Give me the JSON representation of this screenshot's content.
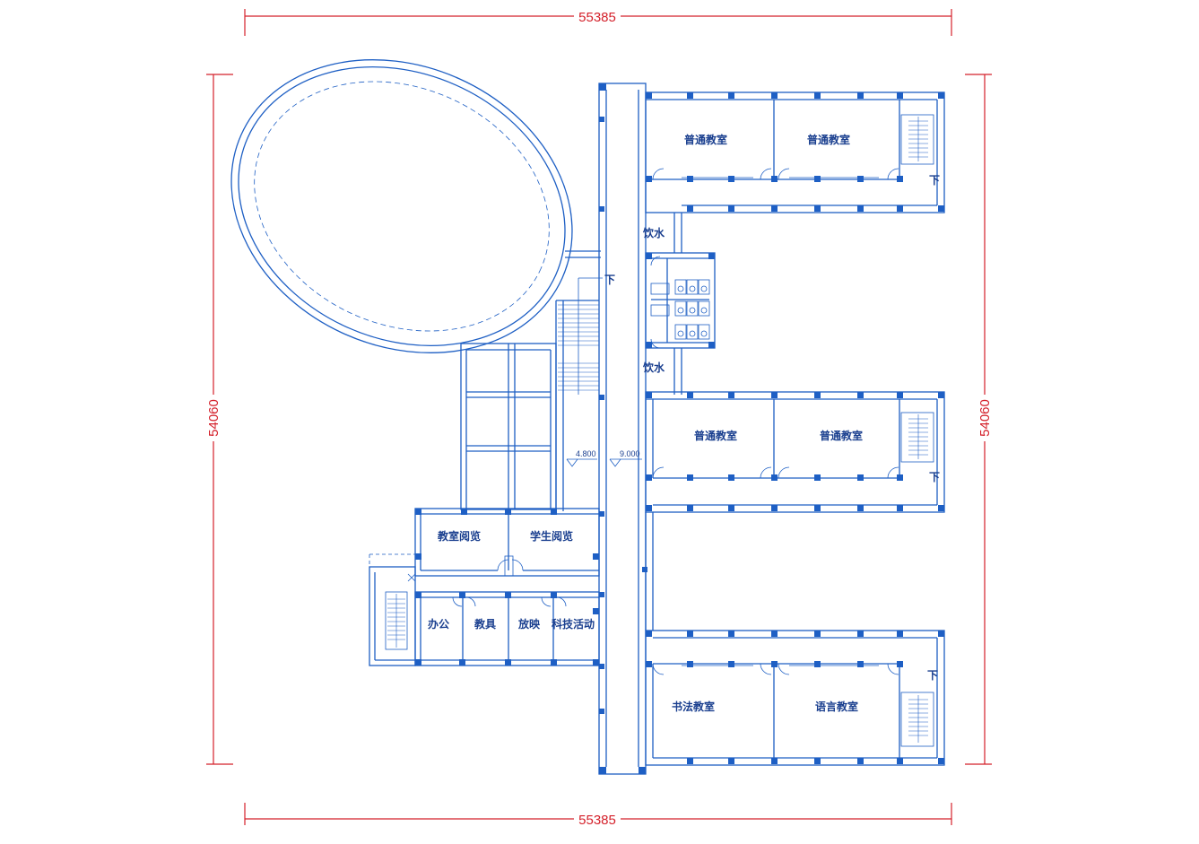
{
  "dimensions": {
    "top_width": "55385",
    "bottom_width": "55385",
    "left_height": "54060",
    "right_height": "54060"
  },
  "rooms": {
    "classroom_1": "普通教室",
    "classroom_2": "普通教室",
    "classroom_3": "普通教室",
    "classroom_4": "普通教室",
    "calligraphy": "书法教室",
    "language": "语言教室",
    "teacher_reading": "教室阅览",
    "student_reading": "学生阅览",
    "office": "办公",
    "teaching_aids": "教具",
    "projection": "放映",
    "science_activity": "科技活动",
    "drinking_water_1": "饮水",
    "drinking_water_2": "饮水"
  },
  "stair_labels": {
    "main": "下",
    "east_1": "下",
    "east_2": "下",
    "east_3": "下"
  },
  "levels": {
    "level_a": "4.800",
    "level_b": "9.000"
  },
  "colors": {
    "wall": "#1e5fc4",
    "dimension": "#d4202a",
    "label": "#1a3f8f"
  }
}
